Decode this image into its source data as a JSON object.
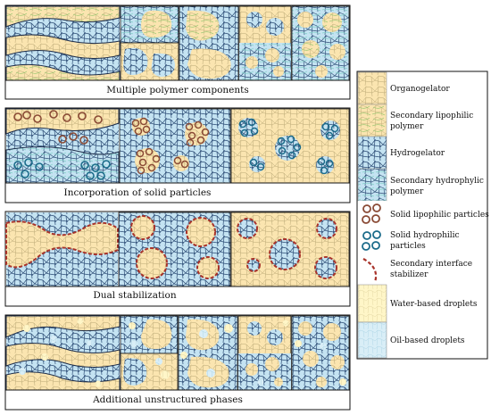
{
  "panels": [
    {
      "caption": "Multiple polymer components"
    },
    {
      "caption": "Incorporation of solid particles"
    },
    {
      "caption": "Dual stabilization"
    },
    {
      "caption": "Additional unstructured phases"
    }
  ],
  "legend": [
    {
      "label": [
        "Organogelator"
      ],
      "swatch": "organogelator",
      "fill": "#fbe5b0",
      "line": "#8a8a8a"
    },
    {
      "label": [
        "Secondary lipophilic",
        "polymer"
      ],
      "swatch": "sec-lipophilic",
      "fill": "#fbe5b0",
      "line": "#a8d08a"
    },
    {
      "label": [
        "Hydrogelator"
      ],
      "swatch": "hydrogelator",
      "fill": "#c4e3f2",
      "line": "#1d3c66"
    },
    {
      "label": [
        "Secondary hydrophylic",
        "polymer"
      ],
      "swatch": "sec-hydrophylic",
      "fill": "#c4e3f2",
      "line": "#9ed8d0"
    },
    {
      "label": [
        "Solid lipophilic particles"
      ],
      "swatch": "solid-lipophilic",
      "fill": "#ffffff",
      "line": "#8a4a35"
    },
    {
      "label": [
        "Solid hydrophilic",
        "particles"
      ],
      "swatch": "solid-hydrophilic",
      "fill": "#ffffff",
      "line": "#1b6b8a"
    },
    {
      "label": [
        "Secondary interface",
        "stabilizer"
      ],
      "swatch": "interface-stabilizer",
      "fill": "#ffffff",
      "line": "#a8332a"
    },
    {
      "label": [
        "Water-based droplets"
      ],
      "swatch": "water-droplets",
      "fill": "#fff6c8",
      "line": "#d9cf8a"
    },
    {
      "label": [
        "Oil-based droplets"
      ],
      "swatch": "oil-droplets",
      "fill": "#d6ecf6",
      "line": "#a9d0e3"
    }
  ],
  "colors": {
    "oil": "#fbe5b0",
    "oil_line": "#b5a26a",
    "water": "#c4e3f2",
    "water_line": "#2a4a74",
    "green_line": "#a8d08a",
    "teal_line": "#8fd3cc",
    "brown_ring": "#8a4a35",
    "blue_ring": "#1b6b8a",
    "dash_red": "#a8332a"
  }
}
